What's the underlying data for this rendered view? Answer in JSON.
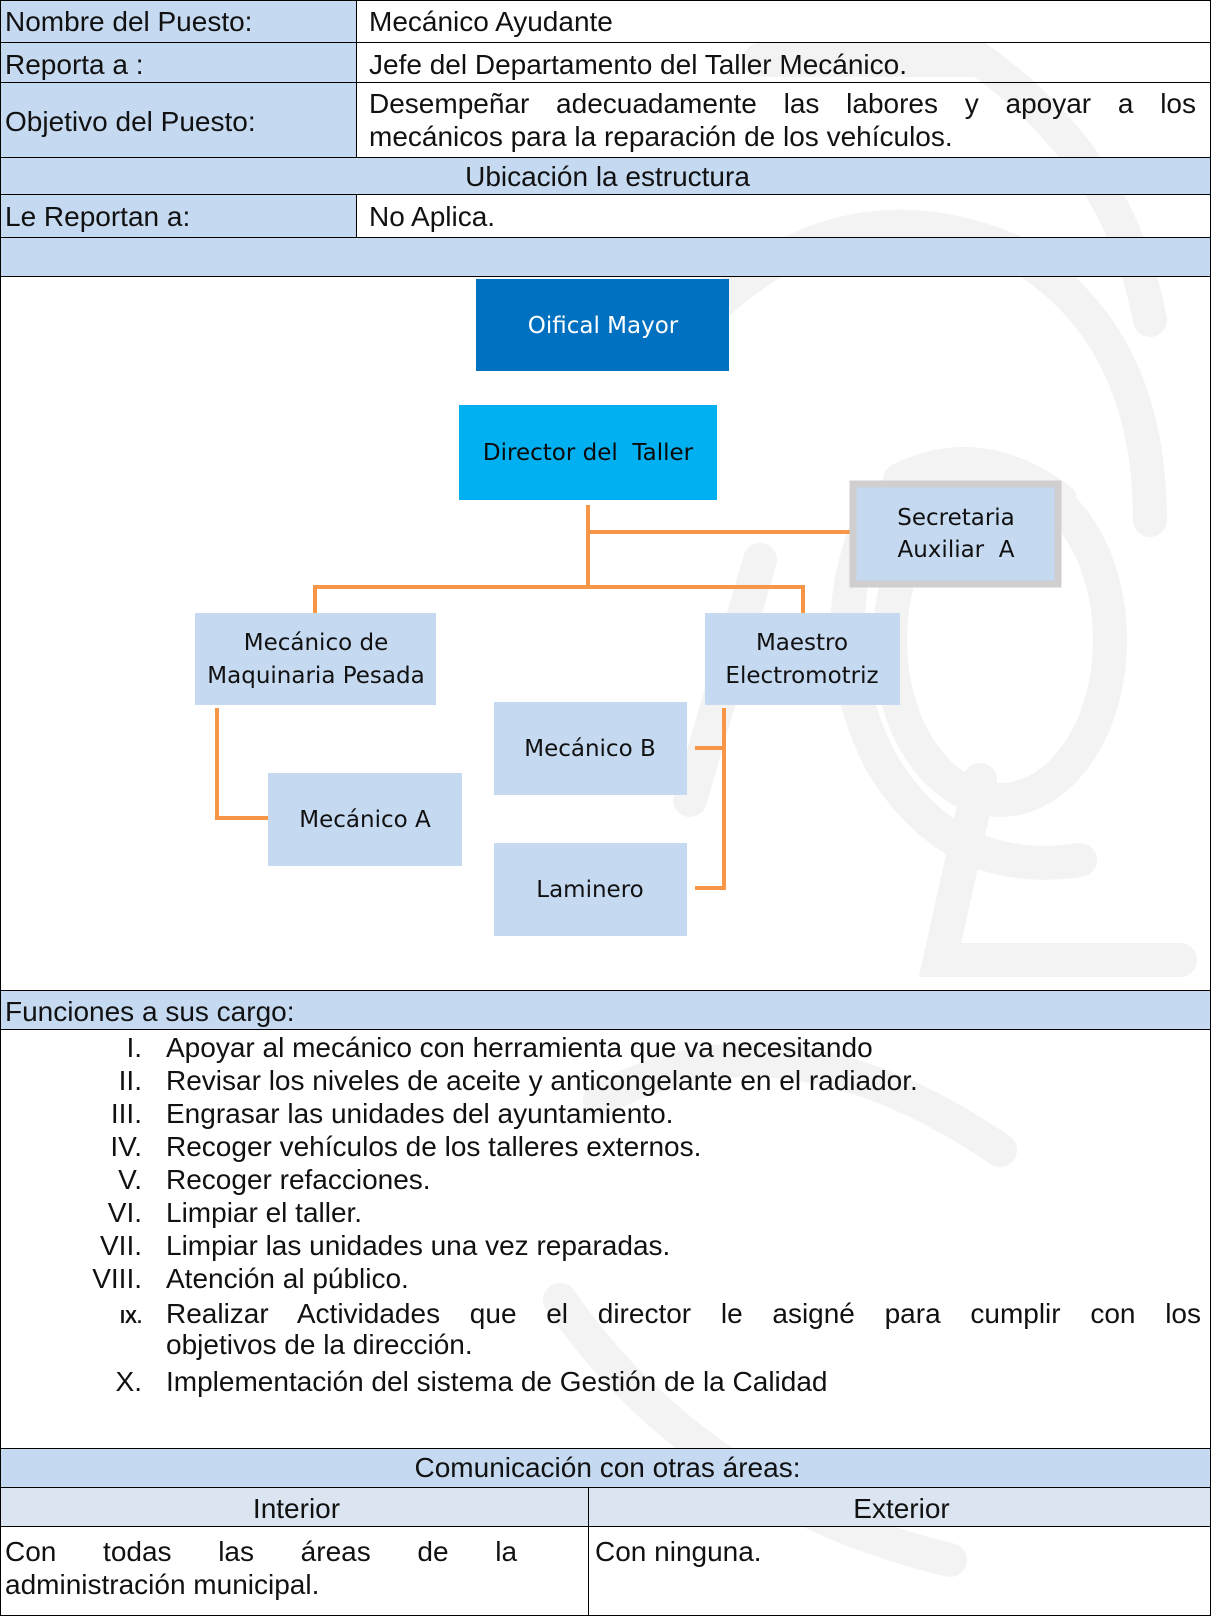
{
  "job": {
    "title_label": "Nombre del Puesto:",
    "title_value": "Mecánico Ayudante",
    "reports_to_label": "Reporta a :",
    "reports_to_value": "Jefe del Departamento del Taller Mecánico.",
    "objective_label": "Objetivo del Puesto:",
    "objective_value_line1": "Desempeñar adecuadamente las labores y apoyar a los",
    "objective_value_line2": "mecánicos para la reparación de los vehículos.",
    "structure_header": "Ubicación la estructura",
    "reported_by_label": "Le Reportan a:",
    "reported_by_value": "No Aplica."
  },
  "org_chart": {
    "boxes": {
      "oficial_mayor": "Oifical Mayor",
      "director": "Director del  Taller",
      "secretaria_line1": "Secretaria",
      "secretaria_line2": "Auxiliar  A",
      "mecanico_maquinaria_line1": "Mecánico de",
      "mecanico_maquinaria_line2": "Maquinaria Pesada",
      "maestro_line1": "Maestro",
      "maestro_line2": "Electromotriz",
      "mecanico_b": "Mecánico B",
      "mecanico_a": "Mecánico A",
      "laminero": "Laminero"
    },
    "colors": {
      "dark_blue": "#0070c0",
      "cyan": "#00b0f0",
      "light_blue": "#c5d9f1",
      "gray": "#d0cece",
      "connector": "#f79646"
    }
  },
  "functions": {
    "header": "Funciones a sus cargo:",
    "items": [
      {
        "num": "I.",
        "text": "Apoyar al mecánico con herramienta que va necesitando"
      },
      {
        "num": "II.",
        "text": "Revisar los niveles de aceite y anticongelante en el radiador."
      },
      {
        "num": "III.",
        "text": "Engrasar las unidades del ayuntamiento."
      },
      {
        "num": "IV.",
        "text": "Recoger vehículos de los talleres externos."
      },
      {
        "num": "V.",
        "text": "Recoger refacciones."
      },
      {
        "num": "VI.",
        "text": "Limpiar el taller."
      },
      {
        "num": "VII.",
        "text": "Limpiar las unidades una vez reparadas."
      },
      {
        "num": "VIII.",
        "text": "Atención al público."
      },
      {
        "num": "IX.",
        "text_line1": "Realizar Actividades que el director le asigné para cumplir con los",
        "text_line2": "objetivos de la dirección."
      },
      {
        "num": "X.",
        "text": "Implementación  del sistema de Gestión de la Calidad"
      }
    ]
  },
  "communication": {
    "header": "Comunicación con otras áreas:",
    "interior_label": "Interior",
    "exterior_label": "Exterior",
    "interior_value_line1": "Con      todas      las      áreas      de      la",
    "interior_value_line2": "administración municipal.",
    "exterior_value": "Con ninguna."
  }
}
